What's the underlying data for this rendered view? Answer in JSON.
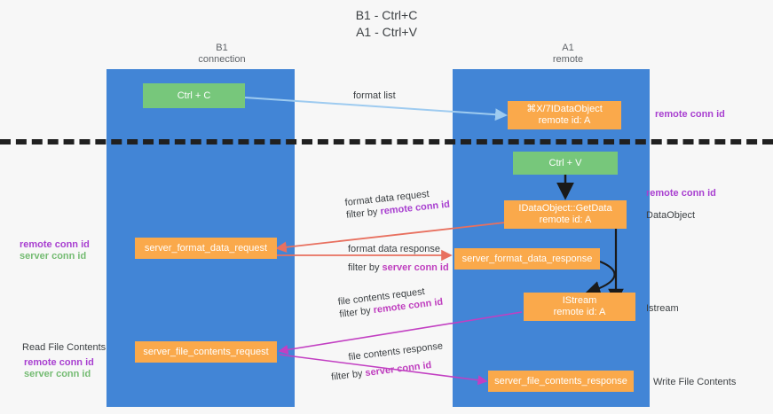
{
  "title": "B1 - Ctrl+C\nA1 - Ctrl+V",
  "columns": {
    "left": {
      "label": "B1\nconnection"
    },
    "right": {
      "label": "A1\nremote"
    }
  },
  "nodes": {
    "ctrl_c": {
      "label": "Ctrl + C"
    },
    "idataobject_remote": {
      "label": "⌘Х/7IDataObject\nremote id: A"
    },
    "ctrl_v": {
      "label": "Ctrl + V"
    },
    "idataobject_getdata": {
      "label": "IDataObject::GetData\nremote id: A"
    },
    "server_format_data_request": {
      "label": "server_format_data_request"
    },
    "server_format_data_response": {
      "label": "server_format_data_response"
    },
    "istream": {
      "label": "IStream\nremote id: A"
    },
    "server_file_contents_request": {
      "label": "server_file_contents_request"
    },
    "server_file_contents_response": {
      "label": "server_file_contents_response"
    }
  },
  "edge_labels": {
    "format_list": {
      "line1": "format list",
      "line2": "",
      "filter_term": ""
    },
    "format_data_request": {
      "line1": "format data request",
      "line2": "filter by ",
      "filter_term": "remote conn id"
    },
    "format_data_response": {
      "line1": "format data response",
      "line2": "filter by ",
      "filter_term": "server conn id"
    },
    "file_contents_request": {
      "line1": "file contents request",
      "line2": "filter by ",
      "filter_term": "remote conn id"
    },
    "file_contents_response": {
      "line1": "file contents response",
      "line2": "filter by ",
      "filter_term": "server conn id"
    }
  },
  "annotations": {
    "right_top": {
      "text": "remote conn id"
    },
    "right_dataobject_id": {
      "text": "remote conn id"
    },
    "right_dataobject": {
      "text": "DataObject"
    },
    "right_istream": {
      "text": "Istream"
    },
    "right_write_file": {
      "text": "Write File Contents"
    },
    "left_mid_remote": {
      "text": "remote conn id"
    },
    "left_mid_server": {
      "text": "server conn id"
    },
    "left_read_file": {
      "text": "Read File Contents"
    },
    "left_bot_remote": {
      "text": "remote conn id"
    },
    "left_bot_server": {
      "text": "server conn id"
    }
  },
  "colors": {
    "lane": "#4285d6",
    "green_node": "#77c77b",
    "orange_node": "#faa94b",
    "purple_text": "#a83fd0",
    "green_text": "#74bb72",
    "arrow_blue": "#9ecbf0",
    "arrow_red": "#e8705f",
    "arrow_magenta": "#c23fc2",
    "arrow_black": "#1a1a1a",
    "background": "#f7f7f7"
  }
}
